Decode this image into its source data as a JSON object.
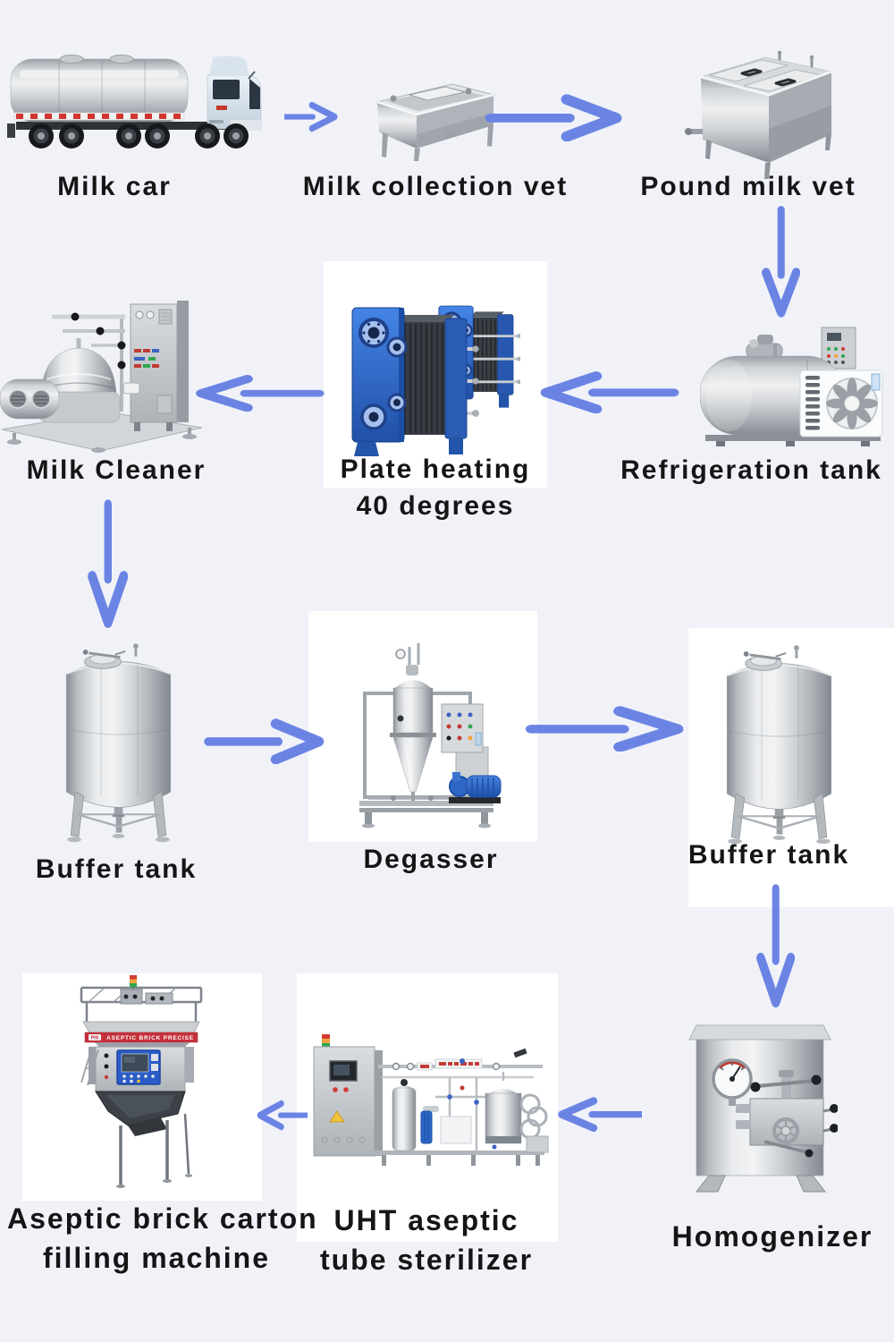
{
  "palette": {
    "background": "#f0f2f8",
    "photo_panel": "#ffffff",
    "arrow": "#6b84e4",
    "label_text": "#151515",
    "plate_heater_blue": "#2e6fd0",
    "pump_blue": "#2e66c4",
    "banner_red": "#c5303a",
    "hmi_blue": "#2a5cc8"
  },
  "nodes": [
    {
      "id": "milk-car",
      "label": "Milk car"
    },
    {
      "id": "milk-collection-vet",
      "label": "Milk collection vet"
    },
    {
      "id": "pound-milk-vet",
      "label": "Pound milk vet"
    },
    {
      "id": "refrigeration-tank",
      "label": "Refrigeration tank"
    },
    {
      "id": "plate-heating",
      "label_line1": "Plate heating",
      "label_line2": "40 degrees"
    },
    {
      "id": "milk-cleaner",
      "label": "Milk Cleaner"
    },
    {
      "id": "buffer-tank-left",
      "label": "Buffer tank"
    },
    {
      "id": "degasser",
      "label": "Degasser"
    },
    {
      "id": "buffer-tank-right",
      "label": "Buffer tank"
    },
    {
      "id": "homogenizer",
      "label": "Homogenizer"
    },
    {
      "id": "uht-sterilizer",
      "label_line1": "UHT aseptic",
      "label_line2": "tube sterilizer"
    },
    {
      "id": "filling-machine",
      "label_line1": "Aseptic brick carton",
      "label_line2": "filling machine",
      "banner_brand": "PIS",
      "banner_text": "ASEPTIC BRICK PRECISE"
    }
  ],
  "arrows": [
    {
      "from": "milk-car",
      "to": "milk-collection-vet",
      "direction": "right"
    },
    {
      "from": "milk-collection-vet",
      "to": "pound-milk-vet",
      "direction": "right"
    },
    {
      "from": "pound-milk-vet",
      "to": "refrigeration-tank",
      "direction": "down"
    },
    {
      "from": "refrigeration-tank",
      "to": "plate-heating",
      "direction": "left"
    },
    {
      "from": "plate-heating",
      "to": "milk-cleaner",
      "direction": "left"
    },
    {
      "from": "milk-cleaner",
      "to": "buffer-tank-left",
      "direction": "down"
    },
    {
      "from": "buffer-tank-left",
      "to": "degasser",
      "direction": "right"
    },
    {
      "from": "degasser",
      "to": "buffer-tank-right",
      "direction": "right"
    },
    {
      "from": "buffer-tank-right",
      "to": "homogenizer",
      "direction": "down"
    },
    {
      "from": "homogenizer",
      "to": "uht-sterilizer",
      "direction": "left"
    },
    {
      "from": "uht-sterilizer",
      "to": "filling-machine",
      "direction": "left"
    }
  ]
}
